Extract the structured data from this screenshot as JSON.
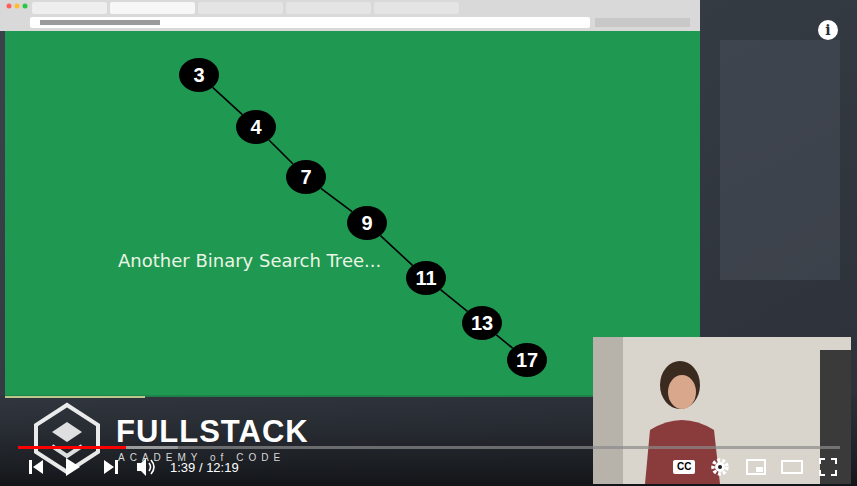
{
  "diagram": {
    "nodes": [
      {
        "text": [
          "3"
        ]
      },
      {
        "text": [
          "4"
        ]
      },
      {
        "text": [
          "7"
        ]
      },
      {
        "text": [
          "9"
        ]
      },
      {
        "text": [
          "11"
        ]
      },
      {
        "text": [
          "13"
        ]
      },
      {
        "text": [
          "17"
        ]
      }
    ],
    "edges": [
      {
        "from": 0,
        "to": 1,
        "arrow": "none"
      },
      {
        "from": 1,
        "to": 2,
        "arrow": "none"
      },
      {
        "from": 2,
        "to": 3,
        "arrow": "none"
      },
      {
        "from": 3,
        "to": 4,
        "arrow": "none"
      },
      {
        "from": 4,
        "to": 5,
        "arrow": "none"
      },
      {
        "from": 5,
        "to": 6,
        "arrow": "none"
      }
    ],
    "labels": [
      "Another Binary Search Tree...",
      "FULLSTACK",
      "ACADEMY of CODE",
      "1:39 / 12:19",
      "CC",
      "i"
    ]
  }
}
